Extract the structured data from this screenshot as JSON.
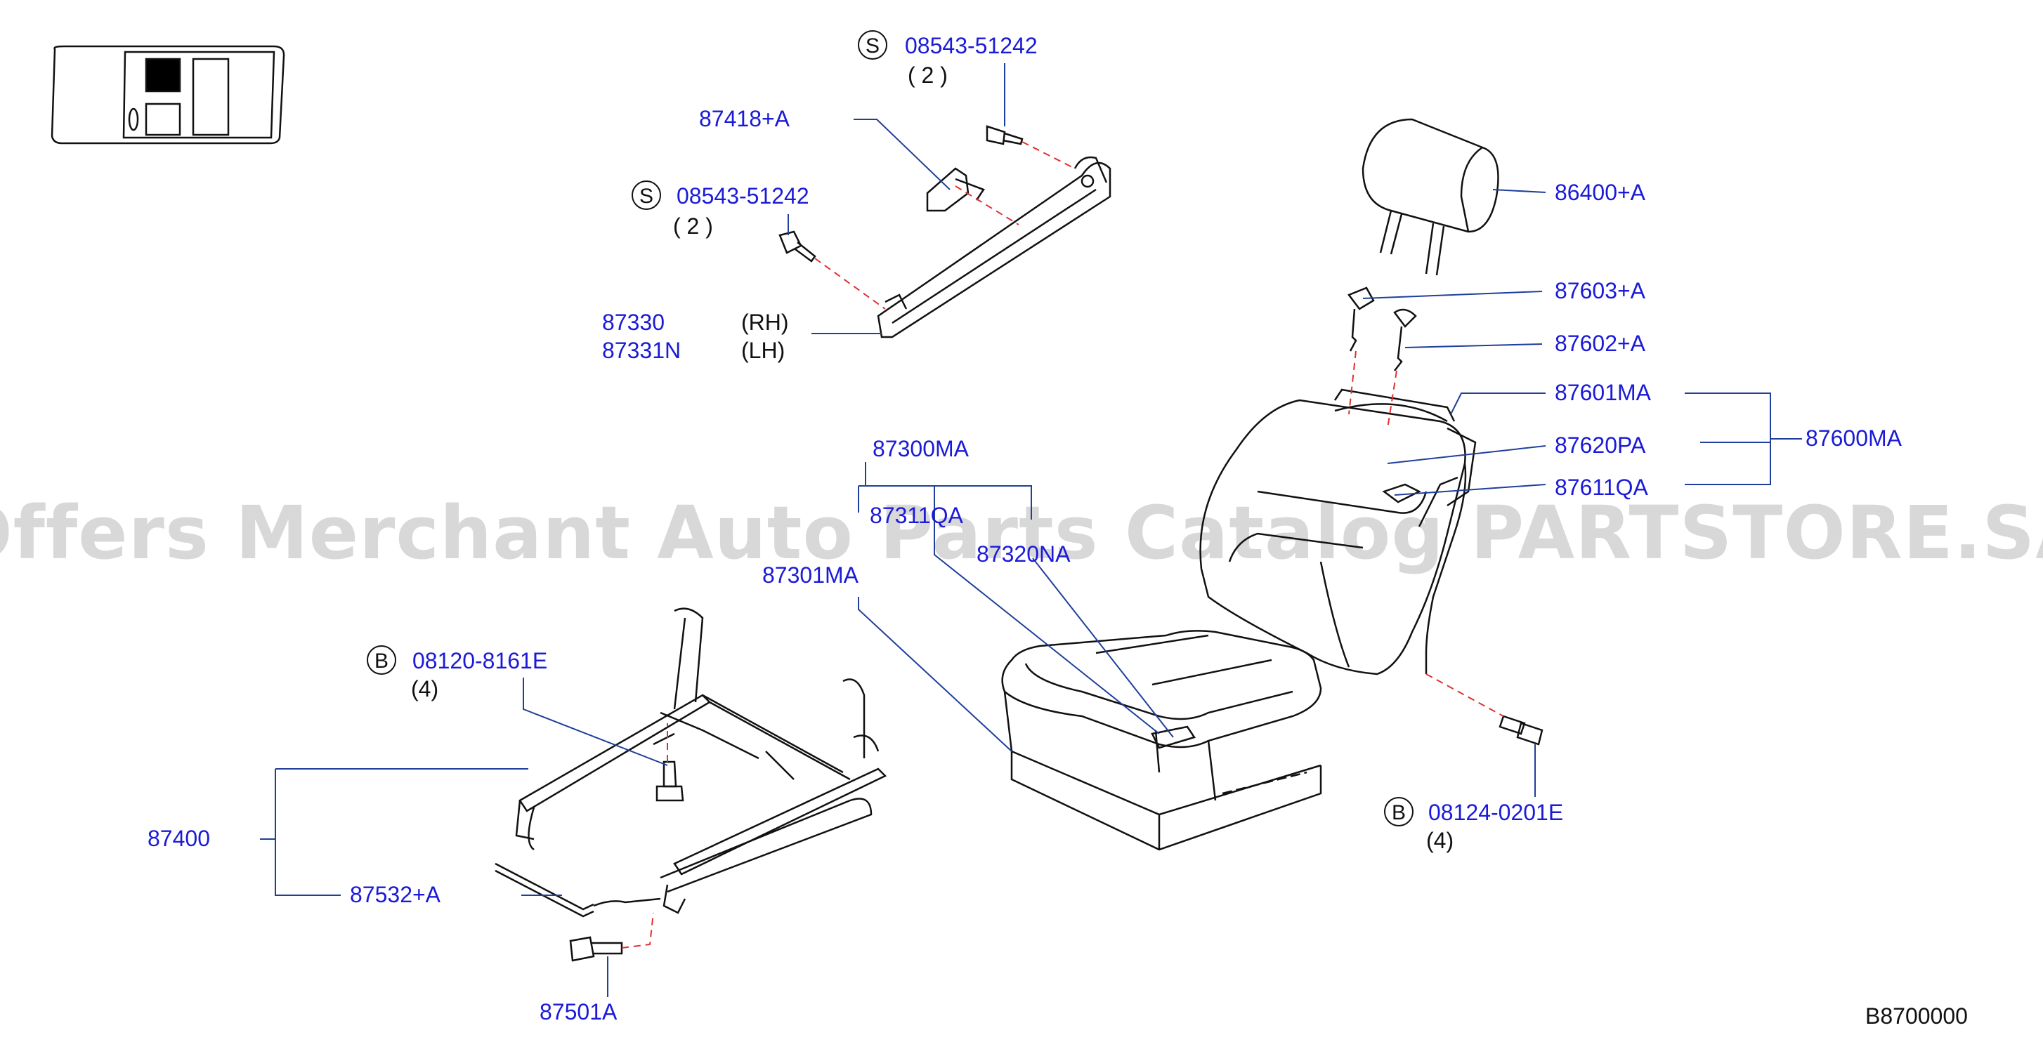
{
  "colors": {
    "label": "#1a1ad8",
    "line": "#1f3f9a",
    "drawing": "#111111",
    "dashed": "#e03030",
    "watermark": "#d8d8d8",
    "text": "#111111"
  },
  "watermark": "Offers Merchant Auto Parts Catalog PARTSTORE.SA",
  "labels": {
    "p_08543_top": "08543-51242",
    "p_08543_top_qty": "( 2 )",
    "p_87418A": "87418+A",
    "p_08543_mid": "08543-51242",
    "p_08543_mid_qty": "( 2 )",
    "p_87330": "87330",
    "p_87330_side": "(RH)",
    "p_87331N": "87331N",
    "p_87331N_side": "(LH)",
    "p_86400A": "86400+A",
    "p_87603A": "87603+A",
    "p_87602A": "87602+A",
    "p_87601MA": "87601MA",
    "p_87600MA": "87600MA",
    "p_87620PA": "87620PA",
    "p_87611QA": "87611QA",
    "p_87300MA": "87300MA",
    "p_87311QA": "87311QA",
    "p_87320NA": "87320NA",
    "p_87301MA": "87301MA",
    "p_08120": "08120-8161E",
    "p_08120_qty": "(4)",
    "p_87400": "87400",
    "p_87532A": "87532+A",
    "p_87501A": "87501A",
    "p_08124": "08124-0201E",
    "p_08124_qty": "(4)",
    "diagram_id": "B8700000"
  },
  "markers": {
    "s_top": "S",
    "s_mid": "S",
    "b_left": "B",
    "b_right": "B"
  }
}
